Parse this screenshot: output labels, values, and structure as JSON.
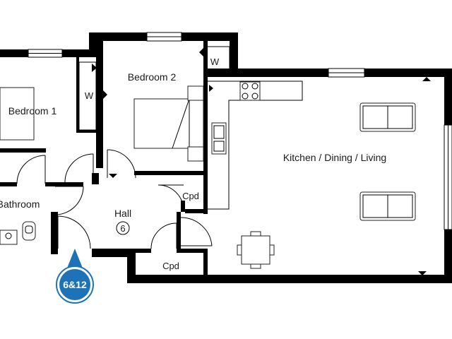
{
  "rooms": {
    "bedroom1": "Bedroom 1",
    "bedroom2": "Bedroom 2",
    "kitchen": "Kitchen / Dining / Living",
    "bathroom": "Bathroom",
    "hall": "Hall",
    "cpd_upper": "Cpd",
    "cpd_lower": "Cpd",
    "wardrobe1": "W",
    "wardrobe2": "W"
  },
  "hall_marker": "6",
  "entrance_badge": {
    "label": "6&12",
    "color": "#1e73b8"
  }
}
